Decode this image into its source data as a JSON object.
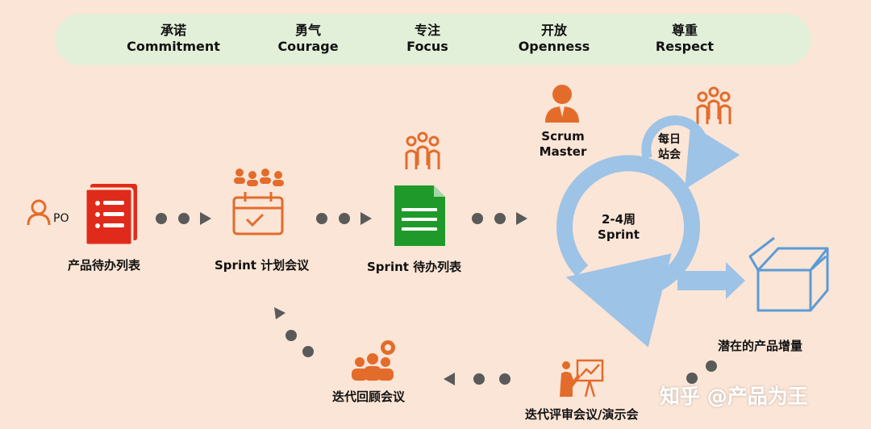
{
  "values": [
    {
      "zh": "承诺",
      "en": "Commitment"
    },
    {
      "zh": "勇气",
      "en": "Courage"
    },
    {
      "zh": "专注",
      "en": "Focus"
    },
    {
      "zh": "开放",
      "en": "Openness"
    },
    {
      "zh": "尊重",
      "en": "Respect"
    }
  ],
  "po_label": "PO",
  "product_backlog": "产品待办列表",
  "sprint_planning": "Sprint 计划会议",
  "sprint_backlog": "Sprint 待办列表",
  "scrum_master": [
    "Scrum",
    "Master"
  ],
  "daily_standup": [
    "每日",
    "站会"
  ],
  "sprint_cycle": [
    "2-4周",
    "Sprint"
  ],
  "potential_increment": "潜在的产品增量",
  "sprint_review": "迭代评审会议/演示会",
  "retrospective": "迭代回顾会议",
  "watermark": "知乎 @产品为王",
  "colors": {
    "background": "#fbe5d6",
    "values_bar": "#e2efd9",
    "orange_icon": "#e36c2b",
    "red_doc": "#e02a1b",
    "green_doc": "#1f9a2a",
    "cycle_blue": "#9dc3e6",
    "box_blue": "#5b9bd5",
    "dot_gray": "#5a5a5a"
  }
}
